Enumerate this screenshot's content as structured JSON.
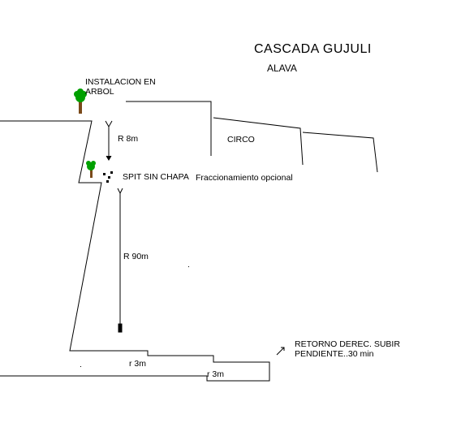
{
  "title": "CASCADA GUJULI",
  "subtitle": "ALAVA",
  "labels": {
    "anchor_tree": "INSTALACION EN\nARBOL",
    "rope_1": "R 8m",
    "circo": "CIRCO",
    "spit": "SPIT SIN CHAPA",
    "fraccionamiento": "Fraccionamiento opcional",
    "rope_2": "R 90m",
    "return": "RETORNO DEREC. SUBIR\nPENDIENTE..30 min",
    "rope_3": "r 3m",
    "rope_4": "r 3m"
  },
  "icons": {
    "tree": "tree-icon",
    "spit": "spit-anchor-icon",
    "return": "return-arrow-icon"
  },
  "colors": {
    "tree_foliage": "#00a000",
    "tree_trunk": "#7a4a1a",
    "lines": "#000000"
  }
}
